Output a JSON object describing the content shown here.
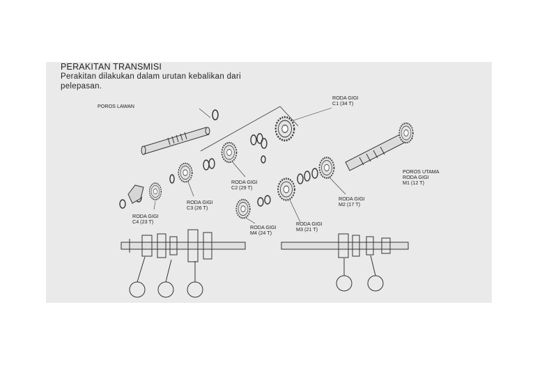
{
  "document": {
    "title": "PERAKITAN TRANSMISI",
    "intro_line1": "Perakitan dilakukan dalam urutan kebalikan dari",
    "intro_line2": "pelepasan."
  },
  "labels": {
    "poros_lawan": "POROS LAWAN",
    "c1_name": "RODA GIGI",
    "c1_teeth": "C1 (34 T)",
    "c2_name": "RODA GIGI",
    "c2_teeth": "C2 (29 T)",
    "c3_name": "RODA GIGI",
    "c3_teeth": "C3 (26 T)",
    "c4_name": "RODA GIGI",
    "c4_teeth": "C4 (23 T)",
    "m4_name": "RODA GIGI",
    "m4_teeth": "M4 (24 T)",
    "m3_name": "RODA GIGI",
    "m3_teeth": "M3 (21 T)",
    "m2_name": "RODA GIGI",
    "m2_teeth": "M2 (17 T)",
    "poros_utama": "POROS UTAMA",
    "m1_name": "RODA GIGI",
    "m1_teeth": "M1 (12 T)"
  }
}
